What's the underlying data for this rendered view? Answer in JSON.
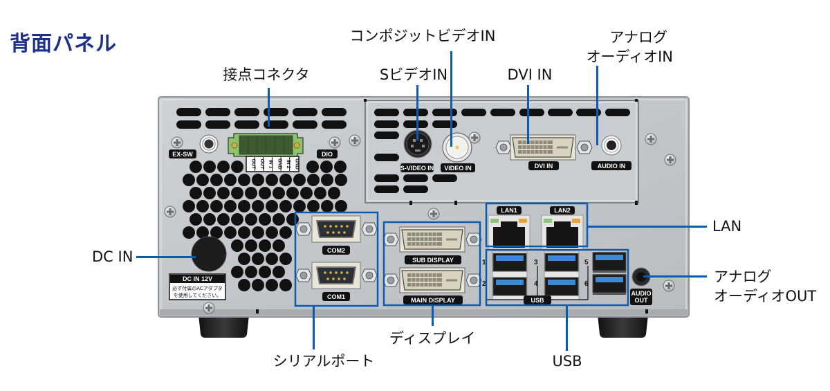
{
  "title": "背面パネル",
  "callouts": {
    "composite_video_in": "コンポジットビデオIN",
    "analog_audio_in_line1": "アナログ",
    "analog_audio_in_line2": "オーディオIN",
    "contact_connector": "接点コネクタ",
    "s_video_in": "SビデオIN",
    "dvi_in": "DVI IN",
    "lan": "LAN",
    "dc_in": "DC IN",
    "analog_audio_out_line1": "アナログ",
    "analog_audio_out_line2": "オーディオOUT",
    "display": "ディスプレイ",
    "serial_port": "シリアルポート",
    "usb": "USB"
  },
  "panel_labels": {
    "ex_sw": "EX-SW",
    "dio": "DIO",
    "dio_pins": [
      "OUT",
      "OUT",
      "IN 1",
      "GND",
      "IN 2",
      "GND"
    ],
    "s_video_in": "S-VIDEO IN",
    "video_in": "VIDEO IN",
    "dvi_in": "DVI IN",
    "audio_in": "AUDIO IN",
    "lan1": "LAN1",
    "lan2": "LAN2",
    "com2": "COM2",
    "com1": "COM1",
    "sub_display": "SUB DISPLAY",
    "main_display": "MAIN DISPLAY",
    "usb": "USB",
    "usb_numbers": [
      "1",
      "2",
      "3",
      "4",
      "5",
      "6"
    ],
    "audio_out_line1": "AUDIO",
    "audio_out_line2": "OUT",
    "dc_in_12v": "DC IN 12V",
    "dc_warning_line1": "必ず付属のACアダプタ",
    "dc_warning_line2": "を使用してください。"
  },
  "colors": {
    "title": "#1c2f8a",
    "callout_line": "#0b5cb0",
    "panel": "#c2c5c9",
    "dio_connector": "#8fc36a",
    "lan_green_led": "#8cc47a",
    "lan_orange_led": "#e8a33a",
    "usb_blue": "#3a8ad6"
  }
}
